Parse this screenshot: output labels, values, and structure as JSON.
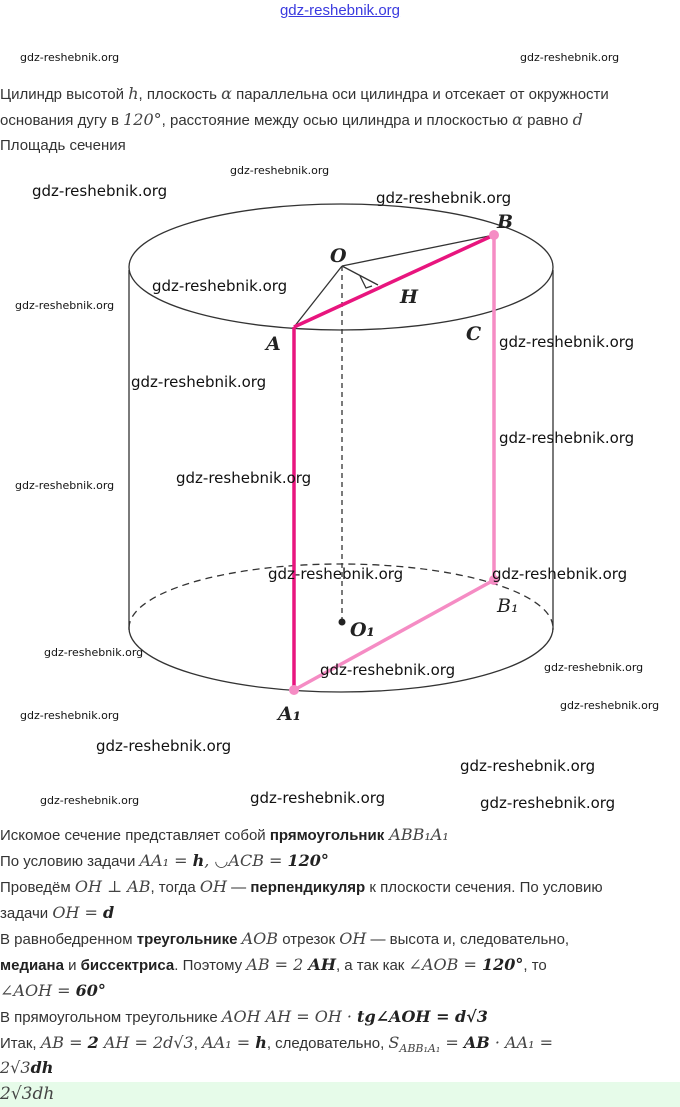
{
  "header": {
    "site_link": "gdz-reshebnik.org"
  },
  "problem": {
    "lines": [
      [
        {
          "t": "Цилиндр высотой "
        },
        {
          "t": "h",
          "s": "m"
        },
        {
          "t": ", плоскость "
        },
        {
          "t": "α",
          "s": "m"
        },
        {
          "t": " параллельна оси цилиндра и отсекает от окружности"
        }
      ],
      [
        {
          "t": "основания дугу в "
        },
        {
          "t": "120°",
          "s": "m"
        },
        {
          "t": ", расстояние между осью цилиндра и плоскостью "
        },
        {
          "t": "α",
          "s": "m"
        },
        {
          "t": " равно "
        },
        {
          "t": "d",
          "s": "m"
        }
      ],
      [
        {
          "t": "Площадь сечения"
        }
      ]
    ]
  },
  "figure": {
    "labels": {
      "O": "O",
      "B": "B",
      "H": "H",
      "A": "A",
      "C": "C",
      "B1": "B₁",
      "O1": "O₁",
      "A1": "A₁"
    },
    "colors": {
      "section_front": "#e8157e",
      "section_back": "#f58cc4",
      "outline": "#333333"
    }
  },
  "solution": {
    "lines": [
      [
        {
          "t": "Искомое сечение представляет собой "
        },
        {
          "t": "прямоугольник",
          "s": "b"
        },
        {
          "t": " ABB₁A₁",
          "s": "m"
        }
      ],
      [
        {
          "t": "По условию задачи "
        },
        {
          "t": "AA₁ = ",
          "s": "m"
        },
        {
          "t": "h",
          "s": "mb"
        },
        {
          "t": ",  ◡",
          "s": "m"
        },
        {
          "t": "ACB = ",
          "s": "m"
        },
        {
          "t": "120°",
          "s": "mb"
        }
      ],
      [
        {
          "t": "Проведём "
        },
        {
          "t": "OH ⊥ AB",
          "s": "m"
        },
        {
          "t": ", тогда "
        },
        {
          "t": "OH",
          "s": "m"
        },
        {
          "t": " — "
        },
        {
          "t": "перпендикуляр",
          "s": "b"
        },
        {
          "t": " к плоскости сечения. По условию"
        }
      ],
      [
        {
          "t": "задачи "
        },
        {
          "t": "OH = ",
          "s": "m"
        },
        {
          "t": "d",
          "s": "mb"
        }
      ],
      [
        {
          "t": "В равнобедренном "
        },
        {
          "t": "треугольнике",
          "s": "b"
        },
        {
          "t": " "
        },
        {
          "t": "AOB",
          "s": "m"
        },
        {
          "t": " отрезок "
        },
        {
          "t": "OH",
          "s": "m"
        },
        {
          "t": " — высота и, следовательно,"
        }
      ],
      [
        {
          "t": "медиана",
          "s": "b"
        },
        {
          "t": " и "
        },
        {
          "t": "биссектриса",
          "s": "b"
        },
        {
          "t": ". Поэтому "
        },
        {
          "t": "AB = 2 ",
          "s": "m"
        },
        {
          "t": "AH",
          "s": "mb"
        },
        {
          "t": ", а так как "
        },
        {
          "t": "∠AOB = ",
          "s": "m"
        },
        {
          "t": "120°",
          "s": "mb"
        },
        {
          "t": ", то"
        }
      ],
      [
        {
          "t": "∠AOH = ",
          "s": "m"
        },
        {
          "t": "60°",
          "s": "mb"
        }
      ],
      [
        {
          "t": "В прямоугольном треугольнике "
        },
        {
          "t": "AOH AH = OH · ",
          "s": "m"
        },
        {
          "t": "tg∠AOH = d√3",
          "s": "mb"
        }
      ],
      [
        {
          "t": "Итак, "
        },
        {
          "t": "AB = ",
          "s": "m"
        },
        {
          "t": "2",
          "s": "mb"
        },
        {
          "t": " AH = 2d√3",
          "s": "m"
        },
        {
          "t": ", "
        },
        {
          "t": "AA₁ = ",
          "s": "m"
        },
        {
          "t": "h",
          "s": "mb"
        },
        {
          "t": ", следовательно, "
        },
        {
          "t": "S",
          "s": "m"
        },
        {
          "t": "ABB₁A₁",
          "s": "m"
        },
        {
          "t": " = ",
          "s": "m"
        },
        {
          "t": "AB",
          "s": "mb"
        },
        {
          "t": " · AA₁ =",
          "s": "m"
        }
      ],
      [
        {
          "t": "2√3",
          "s": "m"
        },
        {
          "t": "dh",
          "s": "mb"
        }
      ]
    ]
  },
  "answer": {
    "text": "2√3dh"
  },
  "watermarks": [
    "gdz-reshebnik.org",
    "gdz-reshebnik.org",
    "gdz-reshebnik.org",
    "gdz-reshebnik.org",
    "gdz-reshebnik.org",
    "gdz-reshebnik.org",
    "gdz-reshebnik.org",
    "gdz-reshebnik.org",
    "gdz-reshebnik.org",
    "gdz-reshebnik.org",
    "gdz-reshebnik.org",
    "gdz-reshebnik.org",
    "gdz-reshebnik.org",
    "gdz-reshebnik.org",
    "gdz-reshebnik.org",
    "gdz-reshebnik.org",
    "gdz-reshebnik.org",
    "gdz-reshebnik.org",
    "gdz-reshebnik.org",
    "gdz-reshebnik.org",
    "gdz-reshebnik.org",
    "gdz-reshebnik.org",
    "gdz-reshebnik.org",
    "gdz-reshebnik.org"
  ]
}
